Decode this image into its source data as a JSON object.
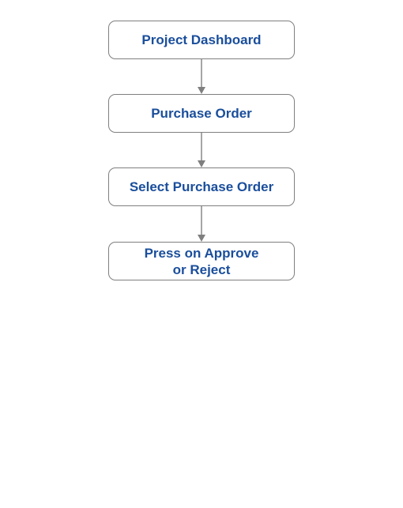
{
  "flowchart": {
    "steps": [
      {
        "label": "Project Dashboard"
      },
      {
        "label": "Purchase Order"
      },
      {
        "label": "Select Purchase Order"
      },
      {
        "label": "Press on Approve\nor Reject"
      }
    ]
  },
  "colors": {
    "text": "#1a4e9c",
    "border": "#7f7f7f",
    "arrow": "#7f7f7f",
    "background": "#ffffff"
  }
}
